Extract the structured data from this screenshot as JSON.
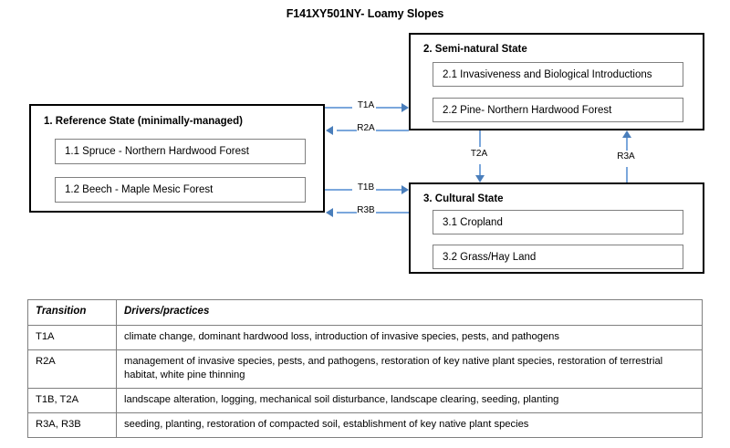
{
  "title": "F141XY501NY- Loamy Slopes",
  "colors": {
    "arrow": "#7BA7DC",
    "arrow_head": "#4A7EBB",
    "box_border": "#000000",
    "sub_box_border": "#808080",
    "table_border": "#7F7F7F"
  },
  "states": [
    {
      "heading": "1.  Reference State (minimally-managed)",
      "phases": [
        "1.1  Spruce - Northern Hardwood Forest",
        "1.2  Beech - Maple Mesic Forest"
      ]
    },
    {
      "heading": "2.  Semi-natural State",
      "phases": [
        "2.1  Invasiveness and Biological Introductions",
        "2.2  Pine- Northern Hardwood Forest"
      ]
    },
    {
      "heading": "3.  Cultural State",
      "phases": [
        "3.1  Cropland",
        "3.2  Grass/Hay Land"
      ]
    }
  ],
  "transitions": [
    {
      "label": "T1A",
      "from": "1",
      "to": "2",
      "direction": "right"
    },
    {
      "label": "R2A",
      "from": "2",
      "to": "1",
      "direction": "left"
    },
    {
      "label": "T1B",
      "from": "1",
      "to": "3",
      "direction": "right"
    },
    {
      "label": "R3B",
      "from": "3",
      "to": "1",
      "direction": "left"
    },
    {
      "label": "T2A",
      "from": "2",
      "to": "3",
      "direction": "down"
    },
    {
      "label": "R3A",
      "from": "3",
      "to": "2",
      "direction": "up"
    }
  ],
  "table": {
    "headers": [
      "Transition",
      "Drivers/practices"
    ],
    "rows": [
      {
        "transition": "T1A",
        "drivers": "climate change, dominant hardwood loss, introduction of invasive species, pests, and pathogens"
      },
      {
        "transition": "R2A",
        "drivers": "management of invasive species, pests, and pathogens, restoration of key native plant species, restoration of terrestrial habitat, white pine thinning"
      },
      {
        "transition": "T1B, T2A",
        "drivers": "landscape alteration, logging, mechanical soil disturbance, landscape clearing, seeding, planting"
      },
      {
        "transition": "R3A, R3B",
        "drivers": "seeding, planting, restoration of compacted soil, establishment of key native plant species"
      }
    ]
  }
}
